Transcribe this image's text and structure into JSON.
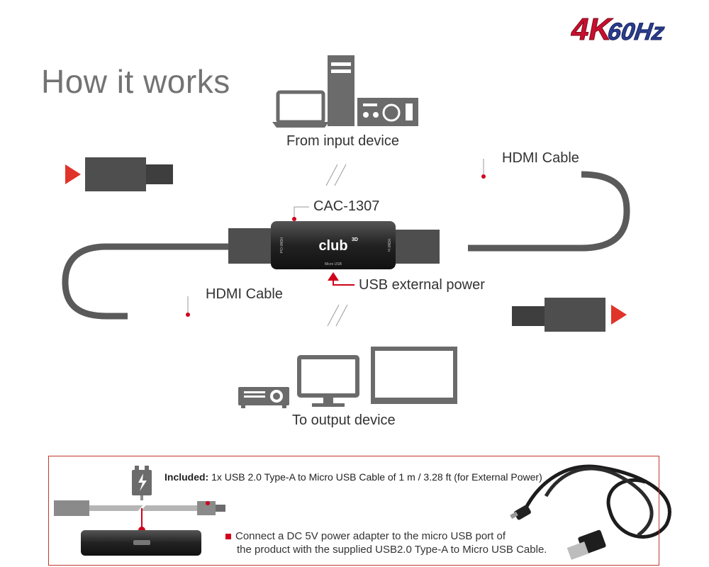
{
  "badge": {
    "res": "4K",
    "rate": "60Hz",
    "red": "#c8102e",
    "blue": "#2a3d8f"
  },
  "title": "How it works",
  "labels": {
    "input_device": "From input device",
    "output_device": "To output device",
    "hdmi_top": "HDMI Cable",
    "hdmi_bottom": "HDMI Cable",
    "product": "CAC-1307",
    "usb_power": "USB  external power"
  },
  "device": {
    "brand": "club",
    "brand_sup": "3D",
    "port_left": "HDMI Out",
    "port_right": "HDMI In",
    "port_bottom": "Micro USB"
  },
  "note": {
    "included_label": "Included:",
    "included_text": "1x USB 2.0 Type-A to Micro USB Cable of 1 m / 3.28 ft (for External Power)",
    "instruction_line1": "Connect a DC 5V power adapter to the micro USB port of",
    "instruction_line2": "the product with the supplied USB2.0 Type-A to Micro USB Cable."
  },
  "colors": {
    "accent": "#d0021b",
    "cable": "#5a5a5a",
    "icon": "#6b6b6b",
    "text": "#333333"
  }
}
